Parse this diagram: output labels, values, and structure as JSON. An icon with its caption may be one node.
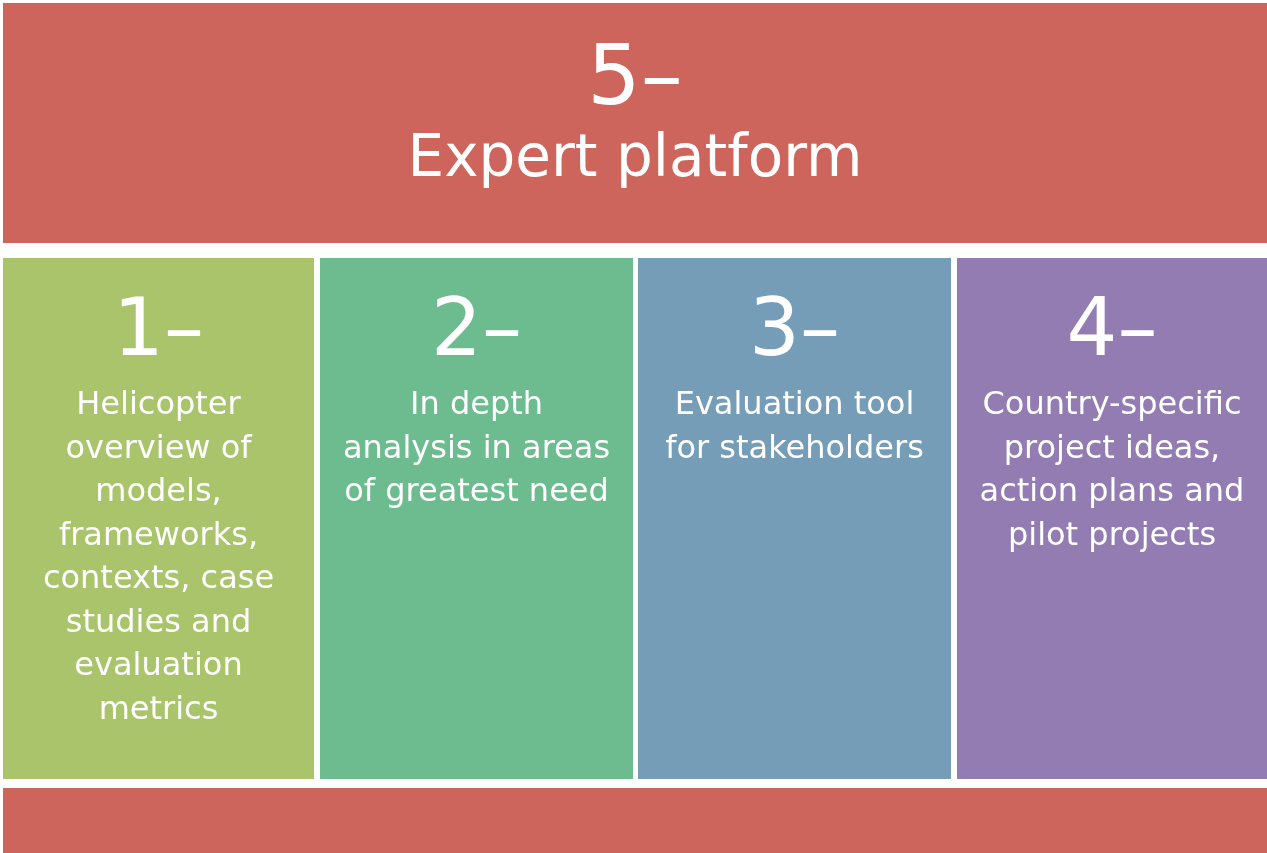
{
  "diagram": {
    "nodes": [
      {
        "text": [
          "5–",
          "Expert platform"
        ]
      },
      {
        "text": [
          "1–",
          "Helicopter overview of models, frameworks, contexts, case studies and evaluation metrics"
        ]
      },
      {
        "text": [
          "2–",
          "In depth analysis in areas of greatest need"
        ]
      },
      {
        "text": [
          "3–",
          "Evaluation tool for stakeholders"
        ]
      },
      {
        "text": [
          "4–",
          "Country-specific project ideas, action plans and pilot projects"
        ]
      },
      {
        "text": [],
        "shape": "bar"
      }
    ]
  }
}
